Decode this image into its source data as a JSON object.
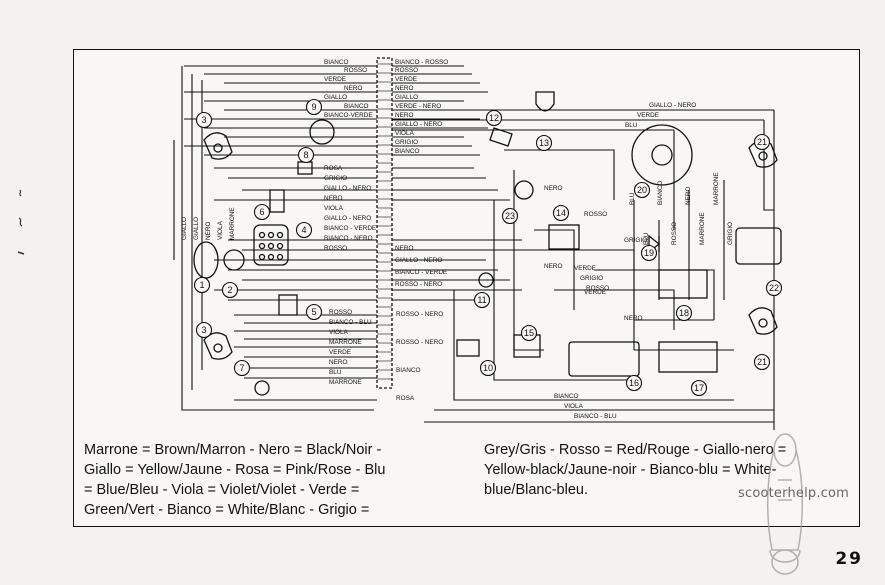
{
  "wire_labels": {
    "top_bus": [
      "BIANCO",
      "ROSSO",
      "VERDE",
      "NERO",
      "GIALLO",
      "BIANCO",
      "BIANCO-VERDE"
    ],
    "block_top": [
      "BIANCO - ROSSO",
      "ROSSO",
      "VERDE",
      "NERO",
      "GIALLO",
      "VERDE - NERO",
      "NERO",
      "GIALLO - NERO",
      "VIOLA",
      "GRIGIO",
      "BIANCO"
    ],
    "mid_left": [
      "ROSA",
      "GRIGIO",
      "GIALLO - NERO",
      "NERO",
      "VIOLA",
      "GIALLO - NERO",
      "BIANCO - VERDE",
      "BIANCO - NERO",
      "ROSSO"
    ],
    "mid_block": [
      "NERO",
      "GIALLO - NERO",
      "BIANCO - VERDE",
      "ROSSO - NERO"
    ],
    "lower_left": [
      "ROSSO",
      "BIANCO - BLU",
      "VIOLA",
      "MARRONE",
      "VERDE",
      "NERO",
      "BLU",
      "MARRONE"
    ],
    "lower_block": [
      "ROSSO - NERO",
      "ROSSO - NERO",
      "BIANCO",
      "ROSA"
    ],
    "left_vertical": [
      "GIALLO",
      "GIALLO",
      "NERO",
      "VIOLA",
      "MARRONE"
    ],
    "right_top": [
      "GIALLO - NERO",
      "VERDE",
      "BLU"
    ],
    "right_misc": [
      "NERO",
      "ROSSO",
      "GRIGIO",
      "NERO",
      "VERDE",
      "NERO"
    ],
    "right_vertical": [
      "BLU",
      "BLU",
      "BIANCO",
      "ROSSO",
      "NERO",
      "MARRONE",
      "MARRONE",
      "GRIGIO"
    ],
    "bottom": [
      "BIANCO",
      "VIOLA",
      "BIANCO - BLU"
    ],
    "alt_right": [
      "VERDE",
      "GRIGIO",
      "ROSSO"
    ]
  },
  "component_numbers": [
    "1",
    "2",
    "3",
    "3",
    "4",
    "5",
    "6",
    "7",
    "8",
    "9",
    "10",
    "11",
    "12",
    "13",
    "14",
    "15",
    "16",
    "17",
    "18",
    "19",
    "20",
    "21",
    "21",
    "22",
    "23"
  ],
  "legend": {
    "left_lines": [
      "Marrone = Brown/Marron - Nero = Black/Noir -",
      "Giallo = Yellow/Jaune - Rosa = Pink/Rose - Blu",
      "= Blue/Bleu - Viola = Violet/Violet - Verde =",
      "Green/Vert - Bianco = White/Blanc - Grigio ="
    ],
    "right_lines": [
      "Grey/Gris - Rosso = Red/Rouge - Giallo-nero =",
      "Yellow-black/Jaune-noir - Bianco-blu = White-",
      "blue/Blanc-bleu."
    ]
  },
  "page_number": "29",
  "watermark": "scooterhelp.com"
}
